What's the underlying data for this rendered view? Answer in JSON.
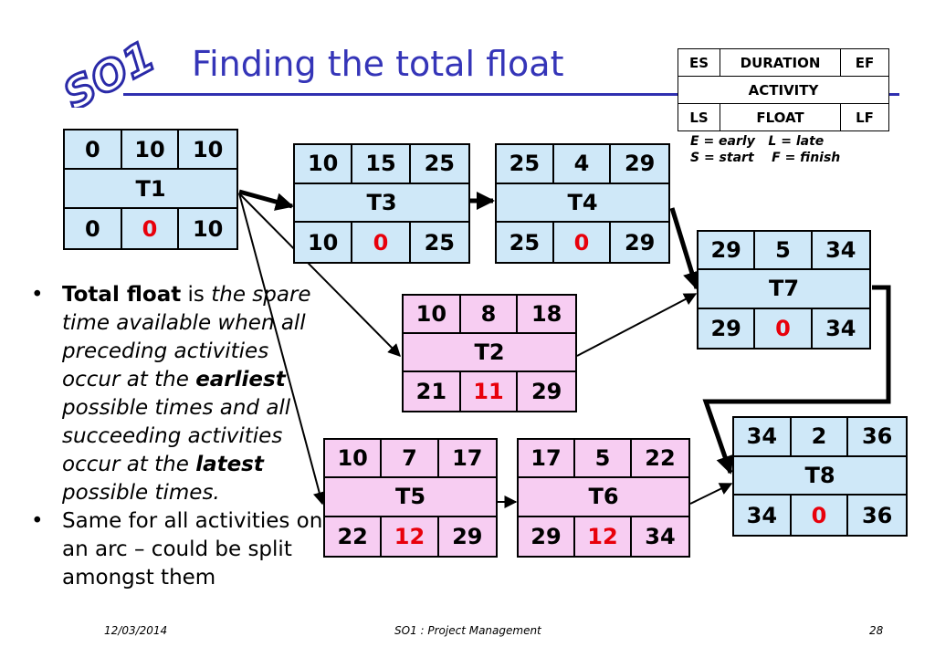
{
  "logo_text": "SO1",
  "title": "Finding the total float",
  "legend": {
    "top": [
      "ES",
      "DURATION",
      "EF"
    ],
    "middle": "ACTIVITY",
    "bottom": [
      "LS",
      "FLOAT",
      "LF"
    ],
    "note_lines": [
      "E = early   L = late",
      "S = start    F = finish"
    ]
  },
  "nodes": {
    "T1": {
      "es": "0",
      "dur": "10",
      "ef": "10",
      "name": "T1",
      "ls": "0",
      "float": "0",
      "lf": "10"
    },
    "T3": {
      "es": "10",
      "dur": "15",
      "ef": "25",
      "name": "T3",
      "ls": "10",
      "float": "0",
      "lf": "25"
    },
    "T4": {
      "es": "25",
      "dur": "4",
      "ef": "29",
      "name": "T4",
      "ls": "25",
      "float": "0",
      "lf": "29"
    },
    "T7": {
      "es": "29",
      "dur": "5",
      "ef": "34",
      "name": "T7",
      "ls": "29",
      "float": "0",
      "lf": "34"
    },
    "T2": {
      "es": "10",
      "dur": "8",
      "ef": "18",
      "name": "T2",
      "ls": "21",
      "float": "11",
      "lf": "29"
    },
    "T8": {
      "es": "34",
      "dur": "2",
      "ef": "36",
      "name": "T8",
      "ls": "34",
      "float": "0",
      "lf": "36"
    },
    "T5": {
      "es": "10",
      "dur": "7",
      "ef": "17",
      "name": "T5",
      "ls": "22",
      "float": "12",
      "lf": "29"
    },
    "T6": {
      "es": "17",
      "dur": "5",
      "ef": "22",
      "name": "T6",
      "ls": "29",
      "float": "12",
      "lf": "34"
    }
  },
  "bullets": {
    "b1": {
      "term": "Total float",
      "is": " is ",
      "part1": "the spare time available when all preceding activities occur at the ",
      "earliest": "earliest",
      "part2": " possible times and all succeeding activities occur at the ",
      "latest": "latest",
      "part3": " possible times."
    },
    "b2": "Same for all activities on an arc – could be split amongst them"
  },
  "footer": {
    "date": "12/03/2014",
    "center": "SO1 : Project Management",
    "page": "28"
  },
  "colors": {
    "title": "#3535b8",
    "rule": "#2f2fb0",
    "critical_node": "#cfe8f8",
    "noncritical_node": "#f7cdf2",
    "float_value": "#e8000b"
  }
}
